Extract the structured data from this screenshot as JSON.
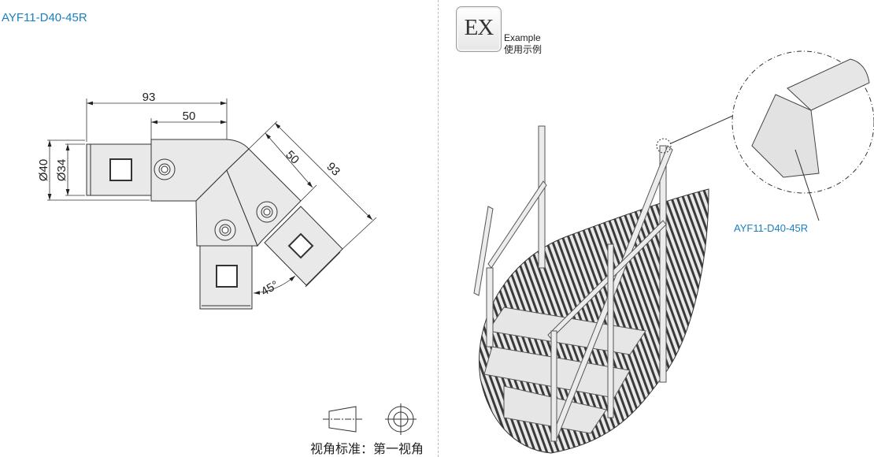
{
  "title": "AYF11-D40-45R",
  "drawing": {
    "dim_total_horizontal": "93",
    "dim_body_horizontal": "50",
    "dim_total_diagonal": "93",
    "dim_body_diagonal": "50",
    "dim_outer_diameter": "Ø40",
    "dim_inner_diameter": "Ø34",
    "angle": "45°"
  },
  "example": {
    "logo": "EX",
    "label_en": "Example",
    "label_cn": "使用示例",
    "part_label": "AYF11-D40-45R"
  },
  "projection": {
    "label": "视角标准：第一视角"
  }
}
